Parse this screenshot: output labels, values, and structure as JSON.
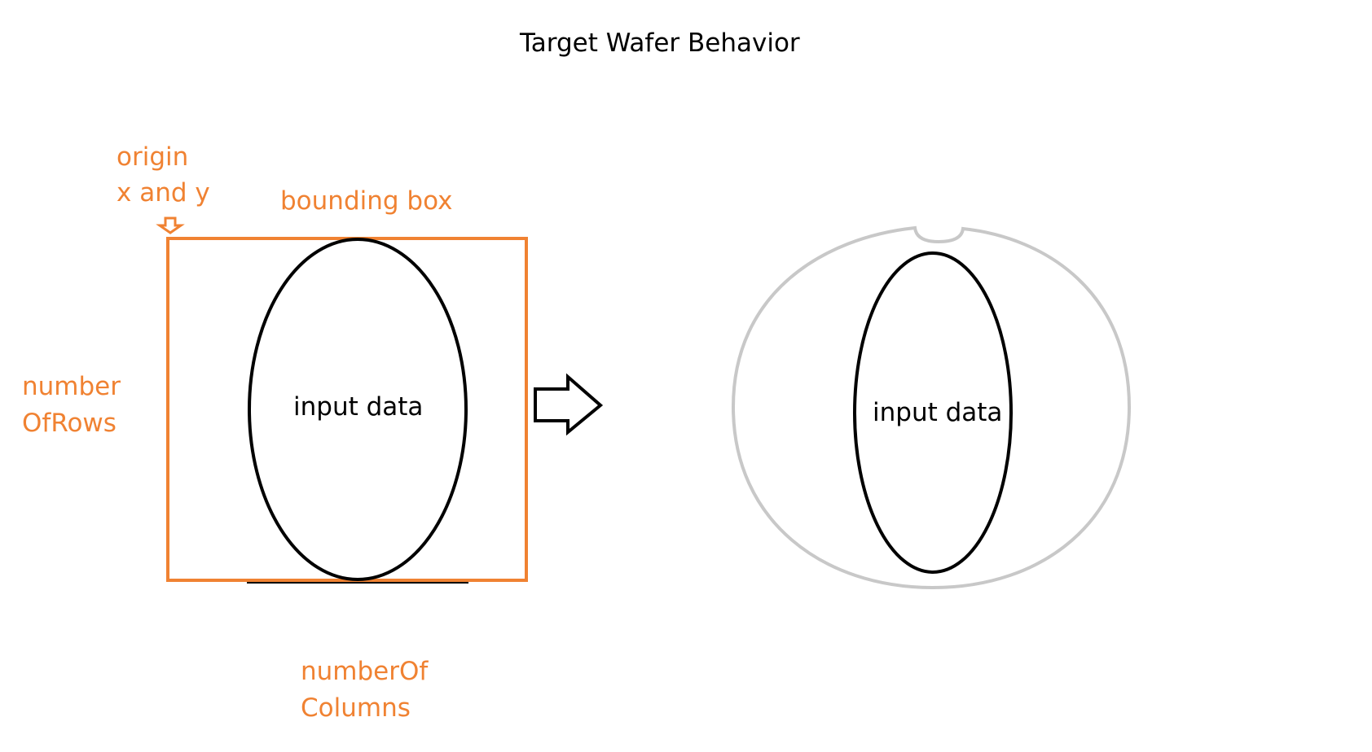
{
  "colors": {
    "annotation": "#f08232",
    "outline": "#000000",
    "wafer_outline": "#c8c8c8",
    "background": "#ffffff"
  },
  "title": "Target Wafer Behavior",
  "left_diagram": {
    "origin_label_line1": "origin",
    "origin_label_line2": "x and y",
    "bounding_box_label": "bounding box",
    "rows_label_line1": "number",
    "rows_label_line2": "OfRows",
    "columns_label_line1": "numberOf",
    "columns_label_line2": "Columns",
    "ellipse_label": "input data",
    "origin_marker_icon": "down-arrow-icon"
  },
  "transform_arrow_icon": "right-arrow-icon",
  "right_diagram": {
    "ellipse_label": "input data",
    "wafer_icon": "wafer-outline-icon"
  }
}
